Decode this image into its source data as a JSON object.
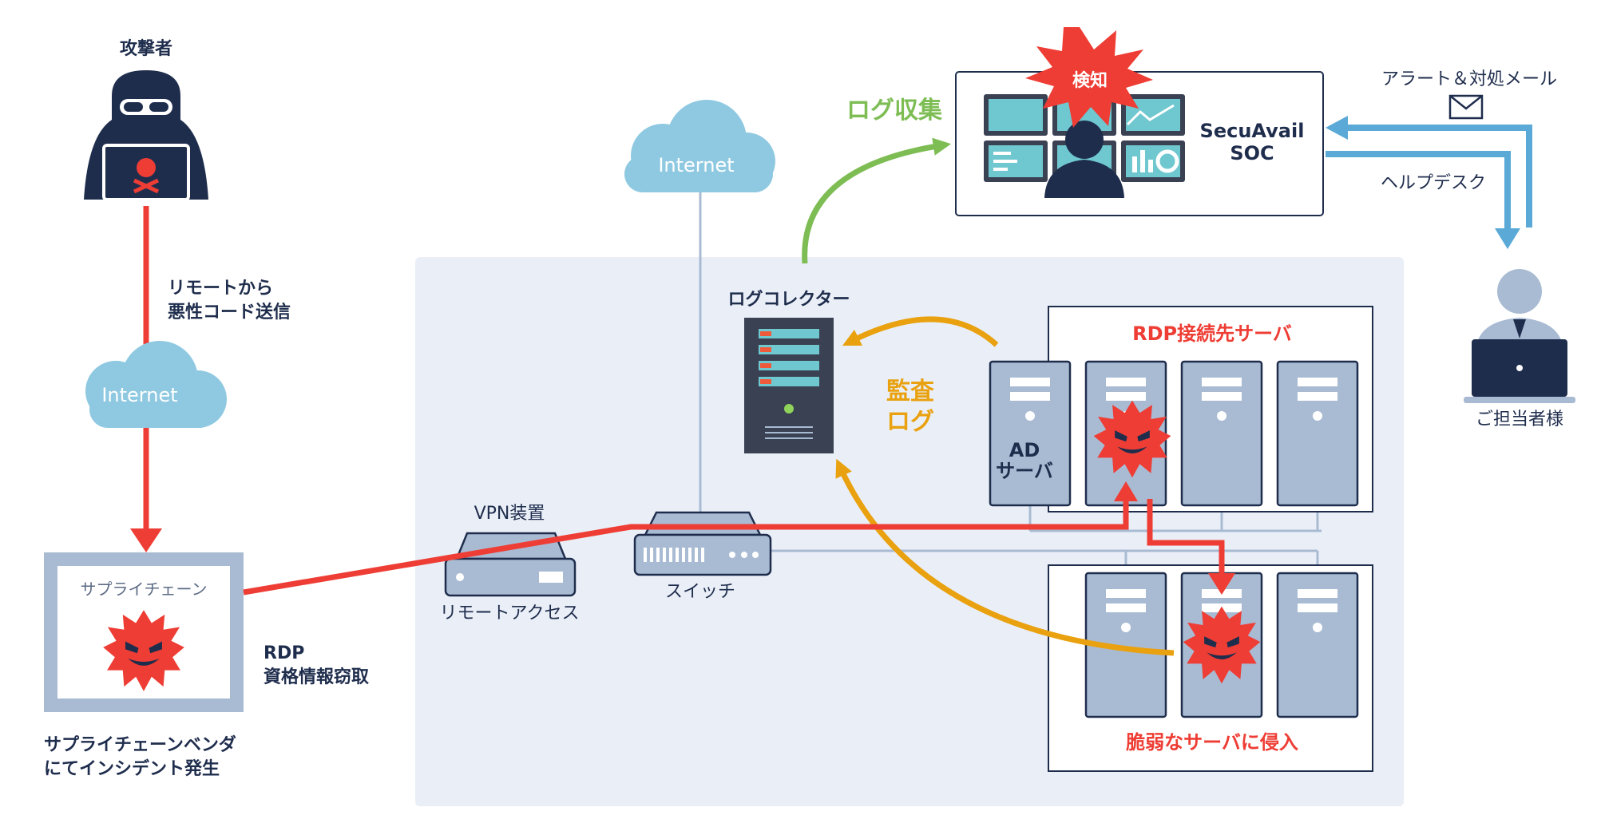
{
  "attacker": {
    "label": "攻撃者"
  },
  "left_internet": {
    "label": "Internet"
  },
  "remote_send": {
    "line1": "リモートから",
    "line2": "悪性コード送信"
  },
  "supply_chain": {
    "box_label": "サプライチェーン",
    "caption_line1": "サプライチェーンベンダ",
    "caption_line2": "にてインシデント発生"
  },
  "rdp_theft": {
    "line1": "RDP",
    "line2": "資格情報窃取"
  },
  "vpn": {
    "title": "VPN装置",
    "caption": "リモートアクセス"
  },
  "switch": {
    "caption": "スイッチ"
  },
  "top_internet": {
    "label": "Internet"
  },
  "log_collector": {
    "label": "ログコレクター"
  },
  "audit_log": {
    "line1": "監査",
    "line2": "ログ"
  },
  "log_collection": {
    "label": "ログ収集"
  },
  "soc": {
    "name_line1": "SecuAvail",
    "name_line2": "SOC",
    "detect_label": "検知"
  },
  "rdp_servers": {
    "label": "RDP接続先サーバ"
  },
  "ad_server": {
    "line1": "AD",
    "line2": "サーバ"
  },
  "vulnerable_servers": {
    "label": "脆弱なサーバに侵入"
  },
  "alert": {
    "label": "アラート＆対処メール"
  },
  "helpdesk": {
    "label": "ヘルプデスク"
  },
  "person": {
    "label": "ご担当者様"
  },
  "colors": {
    "attack_red": "#ee3d34",
    "navy": "#1f2d4d",
    "server_blue": "#a9bbd3",
    "network_bg": "#eaeff7",
    "cloud": "#8fc9e1",
    "green": "#7dbd54",
    "orange": "#e9a10f",
    "alert_blue": "#5aa9d6"
  }
}
